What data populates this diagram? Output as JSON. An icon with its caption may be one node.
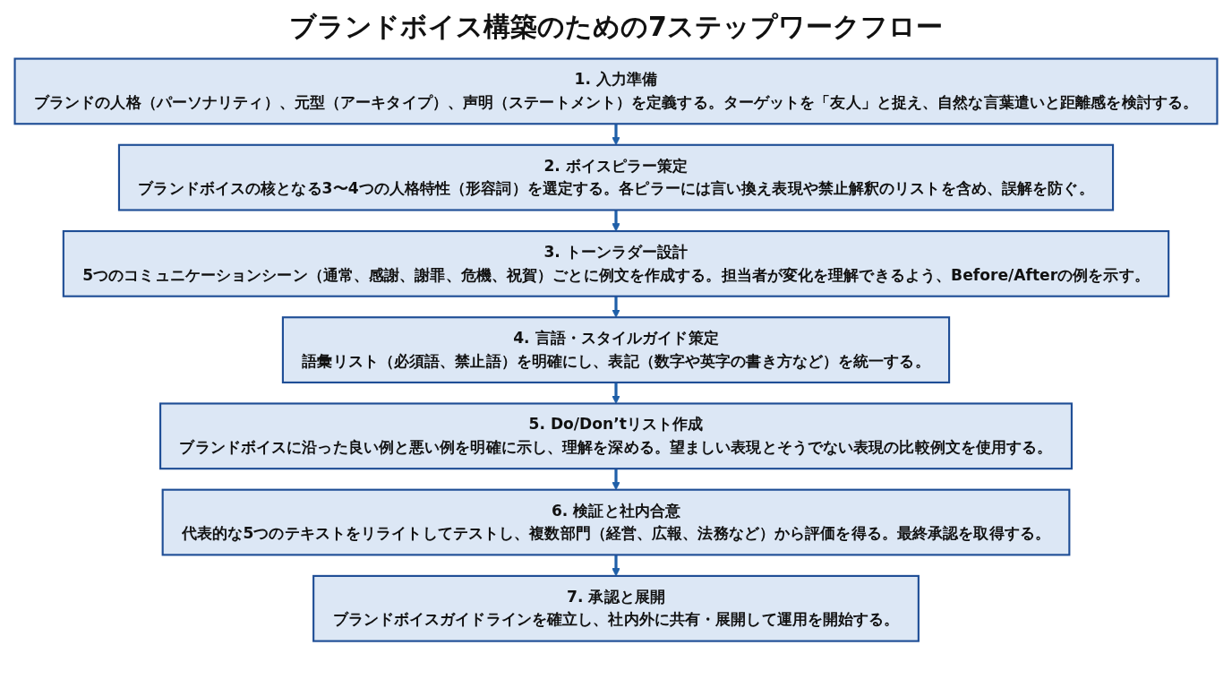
{
  "diagram": {
    "title": "ブランドボイス構築のための7ステップワークフロー",
    "nodes": [
      {
        "text": [
          "1. 入力準備",
          "ブランドの人格（パーソナリティ）、元型（アーキタイプ）、声明（ステートメント）を定義する。ターゲットを「友人」と捉え、自然な言葉遣いと距離感を検討する。"
        ]
      },
      {
        "text": [
          "2. ボイスピラー策定",
          "ブランドボイスの核となる3〜4つの人格特性（形容詞）を選定する。各ピラーには言い換え表現や禁止解釈のリストを含め、誤解を防ぐ。"
        ]
      },
      {
        "text": [
          "3. トーンラダー設計",
          "5つのコミュニケーションシーン（通常、感謝、謝罪、危機、祝賀）ごとに例文を作成する。担当者が変化を理解できるよう、Before/Afterの例を示す。"
        ]
      },
      {
        "text": [
          "4. 言語・スタイルガイド策定",
          "語彙リスト（必須語、禁止語）を明確にし、表記（数字や英字の書き方など）を統一する。"
        ]
      },
      {
        "text": [
          "5. Do/Don’tリスト作成",
          "ブランドボイスに沿った良い例と悪い例を明確に示し、理解を深める。望ましい表現とそうでない表現の比較例文を使用する。"
        ]
      },
      {
        "text": [
          "6. 検証と社内合意",
          "代表的な5つのテキストをリライトしてテストし、複数部門（経営、広報、法務など）から評価を得る。最終承認を取得する。"
        ]
      },
      {
        "text": [
          "7. 承認と展開",
          "ブランドボイスガイドラインを確立し、社内外に共有・展開して運用を開始する。"
        ]
      }
    ],
    "edges": [
      {
        "from": 0,
        "to": 1,
        "arrow": "to"
      },
      {
        "from": 1,
        "to": 2,
        "arrow": "to"
      },
      {
        "from": 2,
        "to": 3,
        "arrow": "to"
      },
      {
        "from": 3,
        "to": 4,
        "arrow": "to"
      },
      {
        "from": 4,
        "to": 5,
        "arrow": "to"
      },
      {
        "from": 5,
        "to": 6,
        "arrow": "to"
      }
    ]
  }
}
